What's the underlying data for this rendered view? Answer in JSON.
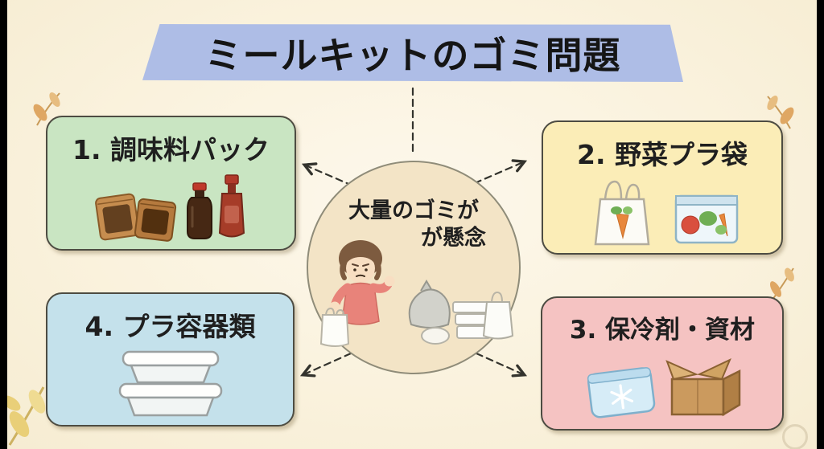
{
  "title": "ミールキットのゴミ問題",
  "center": {
    "line1": "大量のゴミが",
    "line2": "が懸念",
    "illustration": "worried-person-with-trash"
  },
  "cards": [
    {
      "number": "1",
      "label": "1. 調味料パック",
      "color": "#c9e5c2",
      "icons": [
        "seasoning-packet-icon",
        "seasoning-packet-icon",
        "soy-sauce-bottle-icon",
        "chili-sauce-bottle-icon"
      ]
    },
    {
      "number": "2",
      "label": "2. 野菜プラ袋",
      "color": "#fbedb7",
      "icons": [
        "plastic-carrier-bag-icon",
        "ziplock-vegetable-bag-icon"
      ]
    },
    {
      "number": "3",
      "label": "3. 保冷剤・資材",
      "color": "#f5c3c2",
      "icons": [
        "ice-pack-icon",
        "cardboard-box-icon"
      ]
    },
    {
      "number": "4",
      "label": "4. プラ容器類",
      "color": "#c4e1eb",
      "icons": [
        "plastic-container-icon",
        "plastic-container-icon"
      ]
    }
  ],
  "colors": {
    "background": "#faf2dd",
    "banner": "#aebde6",
    "text": "#1f1f1f",
    "circle_fill": "#f3e4c6",
    "card_green": "#c9e5c2",
    "card_yellow": "#fbedb7",
    "card_pink": "#f5c3c2",
    "card_blue": "#c4e1eb"
  }
}
